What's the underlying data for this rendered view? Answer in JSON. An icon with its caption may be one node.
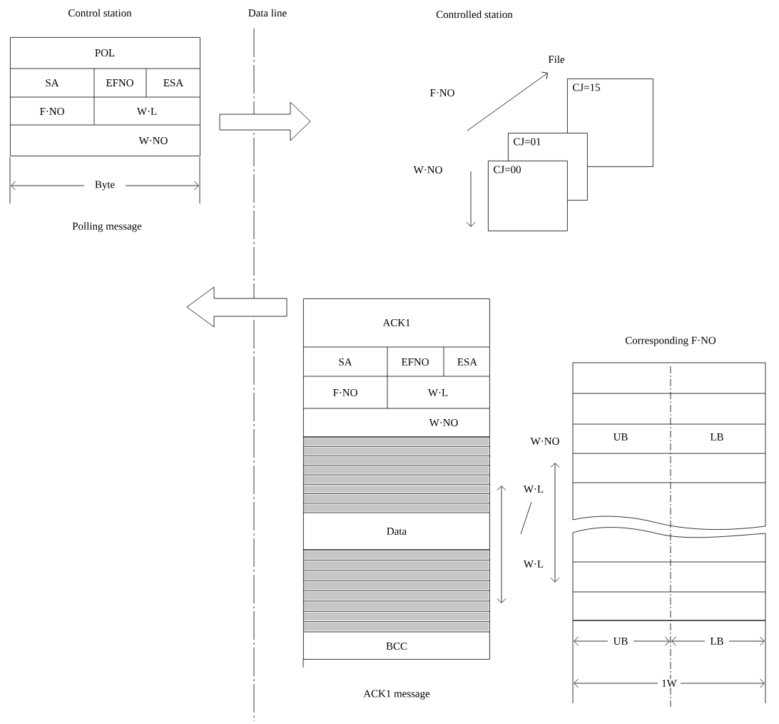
{
  "diagram": {
    "nodes": [
      {
        "text": [
          "POL",
          "SA",
          "EFNO",
          "ESA",
          "F·NO",
          "W·L",
          "W·NO"
        ]
      },
      {
        "text": [
          "CJ=15"
        ]
      },
      {
        "text": [
          "CJ=01"
        ]
      },
      {
        "text": [
          "CJ=00"
        ]
      },
      {
        "text": [
          "ACK1",
          "SA",
          "EFNO",
          "ESA",
          "F·NO",
          "W·L",
          "W·NO",
          "Data",
          "BCC"
        ]
      },
      {
        "text": [
          "UB",
          "LB"
        ]
      }
    ],
    "labels": [
      "Control station",
      "Data line",
      "Controlled station",
      "File",
      "F·NO",
      "W·NO",
      "Byte",
      "Polling message",
      "Corresponding F·NO",
      "W·NO",
      "W·L",
      "W·L",
      "UB",
      "LB",
      "1W",
      "ACK1 message"
    ]
  }
}
